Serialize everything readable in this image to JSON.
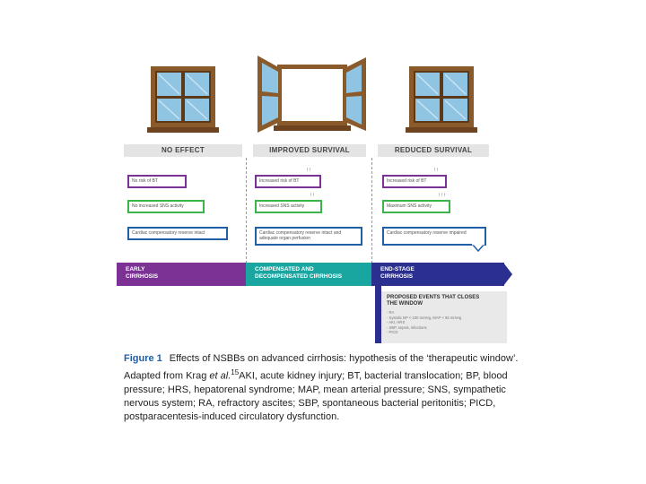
{
  "columns": [
    {
      "header": "NO EFFECT",
      "boxes": [
        "No risk of BT",
        "No increased SNS activity",
        "Cardiac compensatory reserve intact"
      ],
      "stage": [
        "EARLY",
        "CIRRHOSIS"
      ]
    },
    {
      "header": "IMPROVED SURVIVAL",
      "boxes": [
        "Increased risk of BT",
        "Increased SNS activity",
        "Cardiac compensatory reserve intact and adequate organ perfusion"
      ],
      "stage": [
        "COMPENSATED AND",
        "DECOMPENSATED CIRRHOSIS"
      ]
    },
    {
      "header": "REDUCED SURVIVAL",
      "boxes": [
        "Increased risk of BT",
        "Maximum SNS activity",
        "Cardiac compensatory reserve impaired"
      ],
      "stage": [
        "END-STAGE",
        "CIRRHOSIS"
      ]
    }
  ],
  "arrow_marks": [
    "↑↑",
    "↑↑",
    "↑↑",
    "↑↑↑"
  ],
  "popup": {
    "title": "PROPOSED EVENTS THAT CLOSES THE WINDOW",
    "items": [
      "- RA",
      "- Systolic BP < 100 mmHg, MAP < 65 mmHg",
      "- AKI, HRS",
      "- SBP, sepsis, infections",
      "- PICD"
    ]
  },
  "caption": {
    "label": "Figure 1",
    "text_before_italic": "Effects of NSBBs on advanced cirrhosis: hypothesis of the ‘therapeutic window’. Adapted from Krag",
    "italic": "et al.",
    "superscript": "15",
    "text_after": "AKI, acute kidney injury; BT, bacterial translocation; BP, blood pressure; HRS, hepatorenal syndrome; MAP, mean arterial pressure; SNS, sympathetic nervous system; RA, refractory ascites; SBP, spontaneous bacterial peritonitis; PICD, postparacentesis-induced circulatory dysfunction."
  },
  "colors": {
    "purple": "#7b3294",
    "green": "#3cb44b",
    "blue": "#1f5fa8",
    "teal": "#1aa6a0",
    "navy": "#2b2f8f",
    "header_bg": "#e4e4e4",
    "popup_bg": "#e9e9ea",
    "frame": "#8a5a2b",
    "glass": "#8fc4e3"
  },
  "icons": [
    "closed-window-icon",
    "open-window-icon",
    "closed-window-icon"
  ]
}
